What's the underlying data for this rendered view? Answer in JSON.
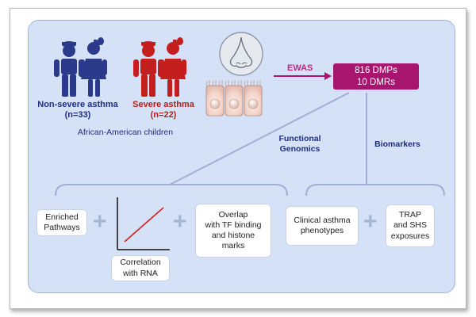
{
  "cohorts": {
    "non_severe": {
      "name": "Non-severe asthma",
      "n": "(n=33)"
    },
    "severe": {
      "name": "Severe asthma",
      "n": "(n=22)"
    },
    "population": "African-American children"
  },
  "ewas_label": "EWAS",
  "result": {
    "line1": "816 DMPs",
    "line2": "10 DMRs"
  },
  "branches": {
    "functional": "Functional\nGenomics",
    "biomarkers": "Biomarkers"
  },
  "functional_items": {
    "enriched": "Enriched\nPathways",
    "correlation": "Correlation\nwith RNA",
    "overlap": "Overlap\nwith TF binding\nand histone\nmarks"
  },
  "biomarker_items": {
    "clinical": "Clinical asthma\nphenotypes",
    "exposures": "TRAP\nand SHS\nexposures"
  },
  "colors": {
    "panel_bg": "#d4e1f6",
    "blue_figure": "#2b3a8a",
    "red_figure": "#c41e1e",
    "accent": "#a8156e",
    "connector": "#9fb0d4"
  },
  "icons": [
    "boy-figure-icon",
    "girl-figure-icon",
    "nose-icon",
    "epithelial-cells-icon",
    "plus-icon",
    "correlation-plot-icon"
  ]
}
